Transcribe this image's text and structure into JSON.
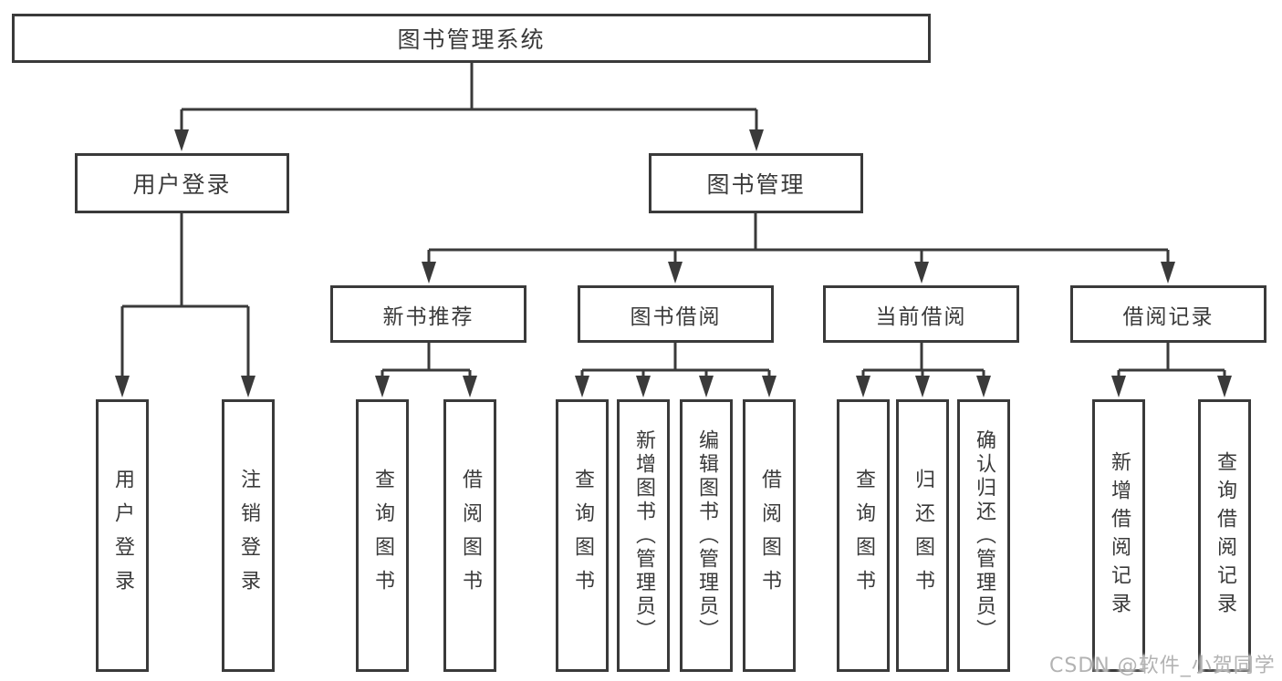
{
  "colors": {
    "line": "#3a3a3a",
    "text": "#3a3a3a",
    "box_background": "#ffffff",
    "page_background": "#ffffff",
    "watermark": "#b3b3b3"
  },
  "diagram": {
    "root": {
      "label": "图书管理系统"
    },
    "level1": [
      {
        "label": "用户登录"
      },
      {
        "label": "图书管理"
      }
    ],
    "level2": [
      {
        "label": "新书推荐"
      },
      {
        "label": "图书借阅"
      },
      {
        "label": "当前借阅"
      },
      {
        "label": "借阅记录"
      }
    ],
    "leaves": {
      "user_login": [
        {
          "label": "用户登录"
        },
        {
          "label": "注销登录"
        }
      ],
      "new_book_recommend": [
        {
          "label": "查询图书"
        },
        {
          "label": "借阅图书"
        }
      ],
      "book_borrow": [
        {
          "label": "查询图书"
        },
        {
          "label": "新增图书（管理员）"
        },
        {
          "label": "编辑图书（管理员）"
        },
        {
          "label": "借阅图书"
        }
      ],
      "current_borrow": [
        {
          "label": "查询图书"
        },
        {
          "label": "归还图书"
        },
        {
          "label": "确认归还（管理员）"
        }
      ],
      "borrow_records": [
        {
          "label": "新增借阅记录"
        },
        {
          "label": "查询借阅记录"
        }
      ]
    }
  },
  "watermark": {
    "text": "CSDN @软件_小贺同学"
  }
}
